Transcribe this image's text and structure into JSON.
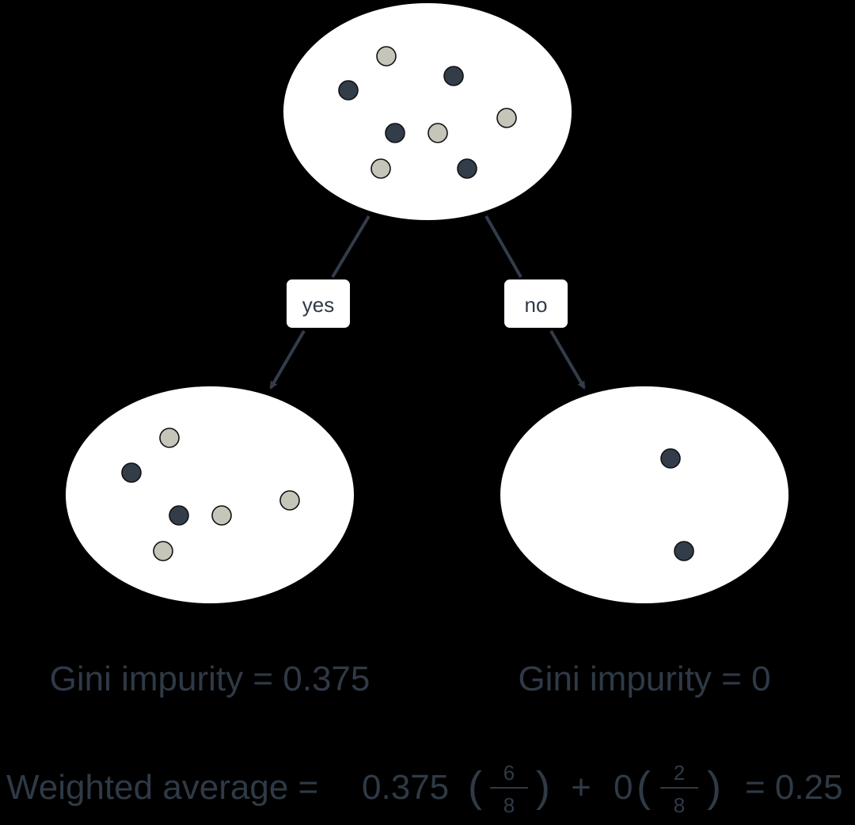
{
  "colors": {
    "background": "#000000",
    "node_fill": "#ffffff",
    "dark_point": "#333d49",
    "light_point": "#c6c5ba",
    "text": "#2f3a46",
    "edge": "#333d49"
  },
  "edges": {
    "left_label": "yes",
    "right_label": "no"
  },
  "nodes": {
    "root": {
      "points": [
        "light",
        "dark",
        "dark",
        "light",
        "dark",
        "light",
        "light",
        "dark"
      ]
    },
    "left": {
      "points": [
        "light",
        "dark",
        "dark",
        "light",
        "light",
        "light"
      ]
    },
    "right": {
      "points": [
        "dark",
        "dark"
      ]
    }
  },
  "labels": {
    "left_gini": "Gini impurity = 0.375",
    "right_gini": "Gini impurity = 0"
  },
  "formula": {
    "prefix": "Weighted average =",
    "term1_value": "0.375",
    "frac1_num": "6",
    "frac1_den": "8",
    "plus": "+",
    "term2_value": "0",
    "frac2_num": "2",
    "frac2_den": "8",
    "result": "= 0.25"
  }
}
